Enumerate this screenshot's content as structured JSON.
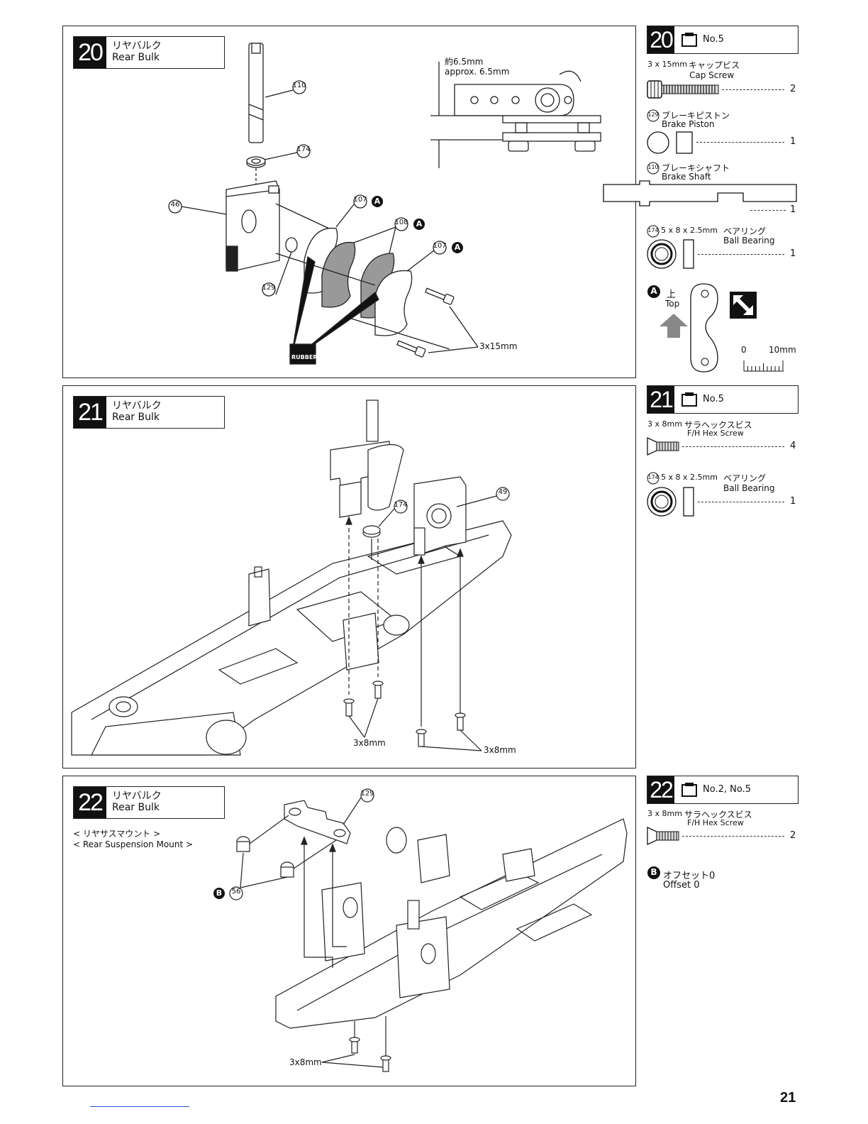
{
  "steps": [
    {
      "number": "20",
      "title_jp": "リヤバルク",
      "title_en": "Rear Bulk",
      "callouts": {
        "c110": "110",
        "c174": "174",
        "c46": "46",
        "c107a": "107",
        "c108": "108",
        "c107b": "107",
        "c129": "129",
        "marker": "A"
      },
      "dimension_jp": "約6.5mm",
      "dimension_en": "approx. 6.5mm",
      "screw_label": "3x15mm",
      "rubber_label": "RUBBER"
    },
    {
      "number": "21",
      "title_jp": "リヤバルク",
      "title_en": "Rear Bulk",
      "callouts": {
        "c174": "174",
        "c49": "49"
      },
      "screw_label_1": "3x8mm",
      "screw_label_2": "3x8mm"
    },
    {
      "number": "22",
      "title_jp": "リヤバルク",
      "title_en": "Rear Bulk",
      "subtitle_jp": "< リヤサスマウント >",
      "subtitle_en": "< Rear Suspension Mount >",
      "callouts": {
        "c129": "129",
        "c56": "56",
        "marker": "B"
      },
      "screw_label": "3x8mm"
    }
  ],
  "parts": [
    {
      "step": "20",
      "bag": "No.5",
      "items": [
        {
          "spec": "3 x 15mm",
          "name_jp": "キャップビス",
          "name_en": "Cap Screw",
          "qty": "2"
        },
        {
          "id": "129",
          "name_jp": "ブレーキピストン",
          "name_en": "Brake Piston",
          "qty": "1"
        },
        {
          "id": "110",
          "name_jp": "ブレーキシャフト",
          "name_en": "Brake Shaft",
          "qty": "1"
        },
        {
          "id": "174",
          "spec": "5 x 8 x 2.5mm",
          "name_jp": "ベアリング",
          "name_en": "Ball Bearing",
          "qty": "1"
        }
      ],
      "note": {
        "marker": "A",
        "jp": "上",
        "en": "Top"
      },
      "scale": {
        "zero": "0",
        "ten": "10mm"
      }
    },
    {
      "step": "21",
      "bag": "No.5",
      "items": [
        {
          "spec": "3 x 8mm",
          "name_jp": "サラヘックスビス",
          "name_en": "F/H Hex Screw",
          "qty": "4"
        },
        {
          "id": "174",
          "spec": "5 x 8 x 2.5mm",
          "name_jp": "ベアリング",
          "name_en": "Ball Bearing",
          "qty": "1"
        }
      ]
    },
    {
      "step": "22",
      "bag": "No.2, No.5",
      "items": [
        {
          "spec": "3 x 8mm",
          "name_jp": "サラヘックスビス",
          "name_en": "F/H Hex Screw",
          "qty": "2"
        }
      ],
      "note": {
        "marker": "B",
        "jp": "オフセット0",
        "en": "Offset 0"
      }
    }
  ],
  "page_number": "21"
}
